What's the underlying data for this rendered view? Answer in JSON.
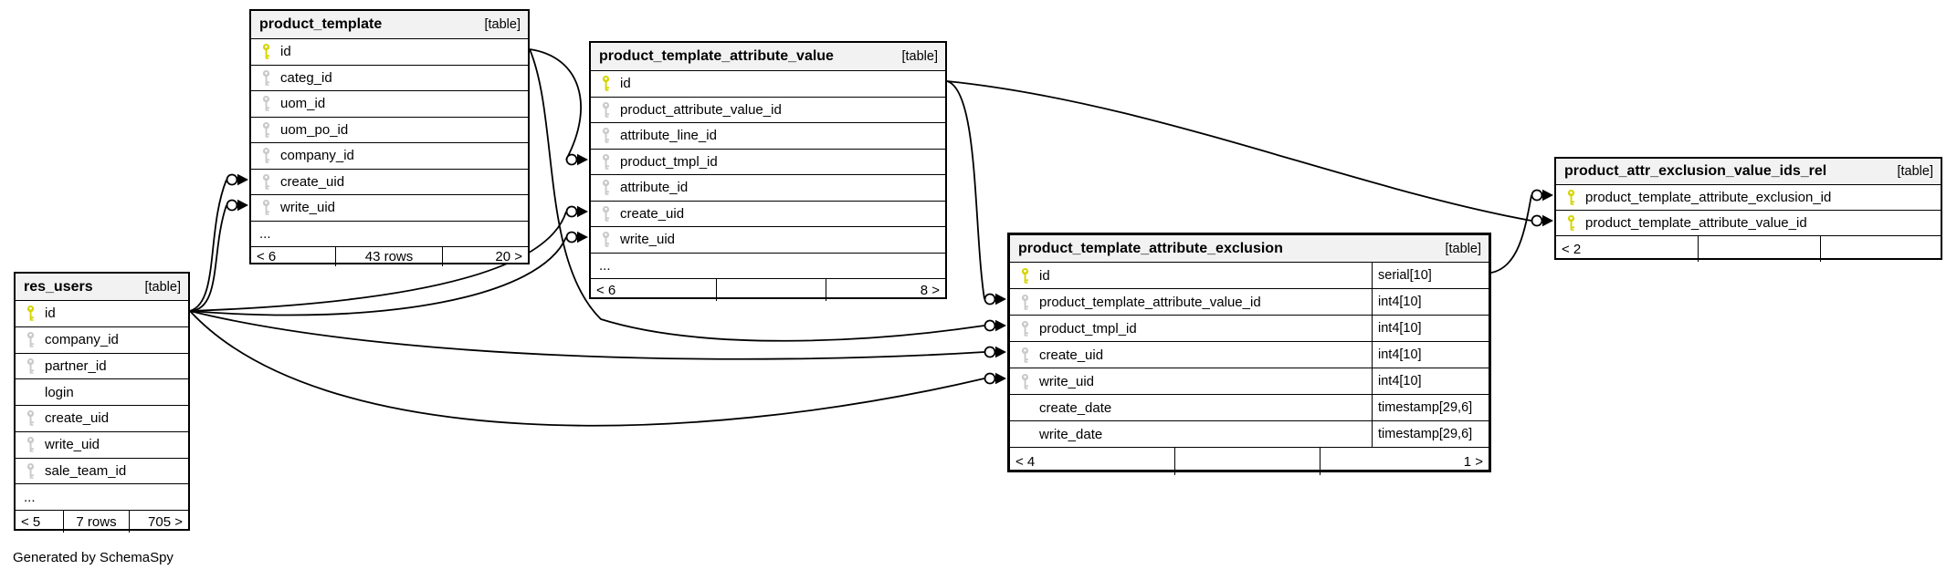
{
  "diagram": {
    "generator_note": "Generated by SchemaSpy",
    "key_colors": {
      "primary": "#d4d400",
      "foreign": "#c9c9c9"
    },
    "tables": [
      {
        "name": "product_template",
        "badge": "[table]",
        "emphasized": false,
        "has_types": false,
        "columns": [
          {
            "name": "id",
            "key": "primary"
          },
          {
            "name": "categ_id",
            "key": "foreign"
          },
          {
            "name": "uom_id",
            "key": "foreign"
          },
          {
            "name": "uom_po_id",
            "key": "foreign"
          },
          {
            "name": "company_id",
            "key": "foreign"
          },
          {
            "name": "create_uid",
            "key": "foreign"
          },
          {
            "name": "write_uid",
            "key": "foreign"
          },
          {
            "name": "...",
            "key": "none"
          }
        ],
        "footer": {
          "left": "< 6",
          "center": "43 rows",
          "right": "20 >"
        }
      },
      {
        "name": "product_template_attribute_value",
        "badge": "[table]",
        "emphasized": false,
        "has_types": false,
        "columns": [
          {
            "name": "id",
            "key": "primary"
          },
          {
            "name": "product_attribute_value_id",
            "key": "foreign"
          },
          {
            "name": "attribute_line_id",
            "key": "foreign"
          },
          {
            "name": "product_tmpl_id",
            "key": "foreign"
          },
          {
            "name": "attribute_id",
            "key": "foreign"
          },
          {
            "name": "create_uid",
            "key": "foreign"
          },
          {
            "name": "write_uid",
            "key": "foreign"
          },
          {
            "name": "...",
            "key": "none"
          }
        ],
        "footer": {
          "left": "< 6",
          "center": "",
          "right": "8 >"
        }
      },
      {
        "name": "res_users",
        "badge": "[table]",
        "emphasized": false,
        "has_types": false,
        "columns": [
          {
            "name": "id",
            "key": "primary"
          },
          {
            "name": "company_id",
            "key": "foreign"
          },
          {
            "name": "partner_id",
            "key": "foreign"
          },
          {
            "name": "login",
            "key": "none"
          },
          {
            "name": "create_uid",
            "key": "foreign"
          },
          {
            "name": "write_uid",
            "key": "foreign"
          },
          {
            "name": "sale_team_id",
            "key": "foreign"
          },
          {
            "name": "...",
            "key": "none"
          }
        ],
        "footer": {
          "left": "< 5",
          "center": "7 rows",
          "right": "705 >"
        }
      },
      {
        "name": "product_template_attribute_exclusion",
        "badge": "[table]",
        "emphasized": true,
        "has_types": true,
        "columns": [
          {
            "name": "id",
            "key": "primary",
            "type": "serial[10]"
          },
          {
            "name": "product_template_attribute_value_id",
            "key": "foreign",
            "type": "int4[10]"
          },
          {
            "name": "product_tmpl_id",
            "key": "foreign",
            "type": "int4[10]"
          },
          {
            "name": "create_uid",
            "key": "foreign",
            "type": "int4[10]"
          },
          {
            "name": "write_uid",
            "key": "foreign",
            "type": "int4[10]"
          },
          {
            "name": "create_date",
            "key": "none",
            "type": "timestamp[29,6]"
          },
          {
            "name": "write_date",
            "key": "none",
            "type": "timestamp[29,6]"
          }
        ],
        "footer": {
          "left": "< 4",
          "center": "",
          "right": "1 >"
        }
      },
      {
        "name": "product_attr_exclusion_value_ids_rel",
        "badge": "[table]",
        "emphasized": false,
        "has_types": false,
        "columns": [
          {
            "name": "product_template_attribute_exclusion_id",
            "key": "primary"
          },
          {
            "name": "product_template_attribute_value_id",
            "key": "primary"
          }
        ],
        "footer": {
          "left": "< 2",
          "center": "",
          "right": ""
        }
      }
    ],
    "relationships": [
      {
        "from": "product_template.id",
        "to": "product_template_attribute_value.product_tmpl_id"
      },
      {
        "from": "product_template.id",
        "to": "product_template_attribute_exclusion.product_tmpl_id"
      },
      {
        "from": "res_users.id",
        "to": "product_template.create_uid"
      },
      {
        "from": "res_users.id",
        "to": "product_template.write_uid"
      },
      {
        "from": "res_users.id",
        "to": "product_template_attribute_value.create_uid"
      },
      {
        "from": "res_users.id",
        "to": "product_template_attribute_value.write_uid"
      },
      {
        "from": "res_users.id",
        "to": "product_template_attribute_exclusion.create_uid"
      },
      {
        "from": "res_users.id",
        "to": "product_template_attribute_exclusion.write_uid"
      },
      {
        "from": "product_template_attribute_value.id",
        "to": "product_template_attribute_exclusion.product_template_attribute_value_id"
      },
      {
        "from": "product_template_attribute_value.id",
        "to": "product_attr_exclusion_value_ids_rel.product_template_attribute_value_id"
      },
      {
        "from": "product_template_attribute_exclusion.id",
        "to": "product_attr_exclusion_value_ids_rel.product_template_attribute_exclusion_id"
      }
    ]
  }
}
